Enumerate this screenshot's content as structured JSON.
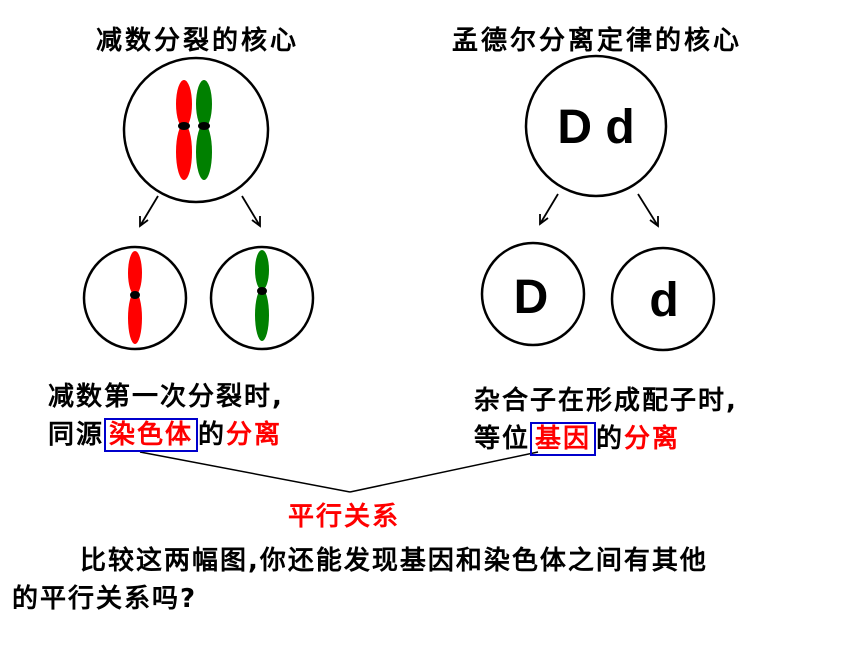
{
  "left": {
    "title": "减数分裂的核心",
    "line1": "减数第一次分裂时,",
    "line2_pre": "同源",
    "line2_boxed": "染色体",
    "line2_mid": "的",
    "line2_red": "分离"
  },
  "right": {
    "title": "孟德尔分离定律的核心",
    "parent_label": "D d",
    "child1_label": "D",
    "child2_label": "d",
    "line1": "杂合子在形成配子时,",
    "line2_pre": "等位",
    "line2_boxed": "基因",
    "line2_mid": "的",
    "line2_red": "分离"
  },
  "connector_label": "平行关系",
  "question": {
    "line1": "比较这两幅图,你还能发现基因和染色体之间有其他",
    "line2": "的平行关系吗?"
  },
  "colors": {
    "chromosome_red": "#ff0000",
    "chromosome_green": "#008000",
    "highlight_red": "#ff0000",
    "box_blue": "#0000cc"
  }
}
